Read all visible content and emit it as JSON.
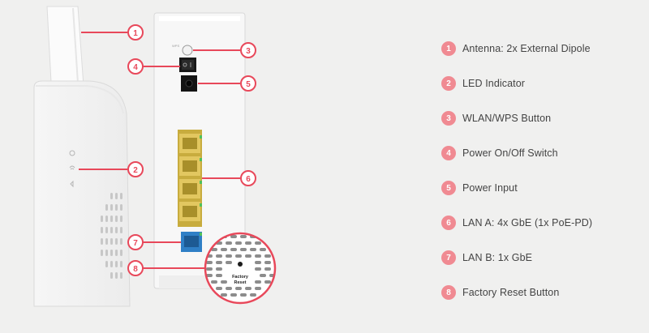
{
  "accent_color": "#e8485a",
  "badge_color": "#f08a92",
  "callouts": [
    {
      "number": "1",
      "label": "Antenna: 2x External Dipole"
    },
    {
      "number": "2",
      "label": "LED Indicator"
    },
    {
      "number": "3",
      "label": "WLAN/WPS Button"
    },
    {
      "number": "4",
      "label": "Power On/Off Switch"
    },
    {
      "number": "5",
      "label": "Power Input"
    },
    {
      "number": "6",
      "label": "LAN A: 4x GbE (1x PoE-PD)"
    },
    {
      "number": "7",
      "label": "LAN B: 1x GbE"
    },
    {
      "number": "8",
      "label": "Factory Reset Button"
    }
  ],
  "reset_label_line1": "Factory",
  "reset_label_line2": "Reset"
}
